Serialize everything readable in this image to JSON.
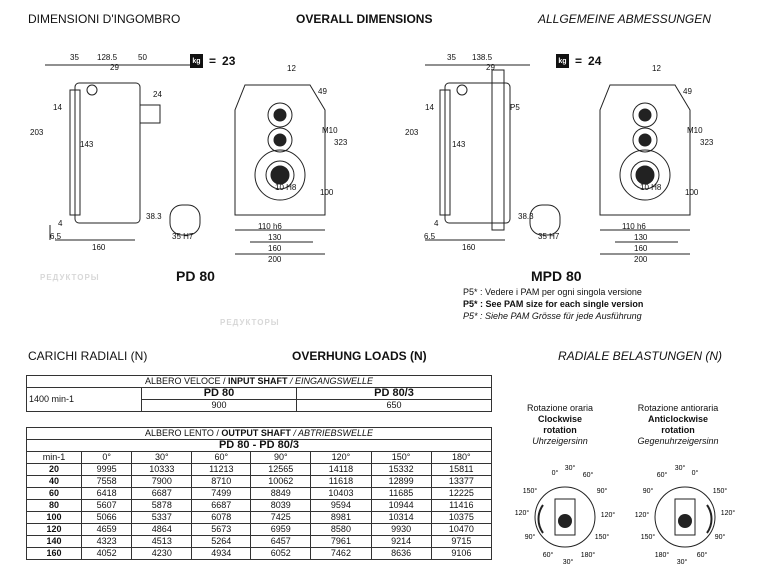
{
  "header": {
    "left": "DIMENSIONI D'INGOMBRO",
    "center": "OVERALL DIMENSIONS",
    "right": "ALLGEMEINE ABMESSUNGEN"
  },
  "pd80": {
    "model": "PD 80",
    "weight": "23",
    "kg_label": "kg",
    "dims": {
      "d35": "35",
      "d1285": "128.5",
      "d50": "50",
      "d29": "29",
      "d14": "14",
      "d24": "24",
      "d203": "203",
      "d143": "143",
      "d4": "4",
      "d65": "6.5",
      "d160": "160",
      "d383": "38.3",
      "d35h7": "35 H7",
      "d12": "12",
      "d49": "49",
      "dm10": "M10",
      "d323": "323",
      "d100": "100",
      "d10h8": "10 H8",
      "d110h6": "110 h6",
      "d130": "130",
      "d160b": "160",
      "d200": "200"
    }
  },
  "mpd80": {
    "model": "MPD 80",
    "weight": "24",
    "kg_label": "kg",
    "dims": {
      "d35": "35",
      "d1385": "138.5",
      "d29": "29",
      "ps": "P5",
      "d14": "14",
      "d203": "203",
      "d143": "143",
      "d4": "4",
      "d65": "6.5",
      "d160": "160",
      "d383": "38.3",
      "d35h7": "35 H7",
      "d12": "12",
      "d49": "49",
      "dm10": "M10",
      "d323": "323",
      "d100": "100",
      "d10h8": "10 H8",
      "d110h6": "110 h6",
      "d130": "130",
      "d160b": "160",
      "d200": "200"
    }
  },
  "notes": {
    "it": "P5* : Vedere i PAM per ogni singola versione",
    "en": "P5* : See PAM size for each single version",
    "de": "P5* : Siehe PAM Grösse für jede Ausführung"
  },
  "section2": {
    "left": "CARICHI RADIALI (N)",
    "center": "OVERHUNG LOADS (N)",
    "right": "RADIALE BELASTUNGEN (N)"
  },
  "input_table": {
    "title_it": "ALBERO VELOCE / ",
    "title_en": "INPUT SHAFT",
    "title_de": " / EINGANGSWELLE",
    "speed": "1400 min-1",
    "cols": [
      "PD 80",
      "PD 80/3"
    ],
    "values": [
      "900",
      "650"
    ]
  },
  "output_table": {
    "title_it": "ALBERO LENTO / ",
    "title_en": "OUTPUT SHAFT",
    "title_de": " / ABTRIEBSWELLE",
    "model": "PD 80 - PD 80/3",
    "unit": "min-1",
    "headers": [
      "0°",
      "30°",
      "60°",
      "90°",
      "120°",
      "150°",
      "180°"
    ],
    "rows": [
      [
        "20",
        "9995",
        "10333",
        "11213",
        "12565",
        "14118",
        "15332",
        "15811"
      ],
      [
        "40",
        "7558",
        "7900",
        "8710",
        "10062",
        "11618",
        "12899",
        "13377"
      ],
      [
        "60",
        "6418",
        "6687",
        "7499",
        "8849",
        "10403",
        "11685",
        "12225"
      ],
      [
        "80",
        "5607",
        "5878",
        "6687",
        "8039",
        "9594",
        "10944",
        "11416"
      ],
      [
        "100",
        "5066",
        "5337",
        "6078",
        "7425",
        "8981",
        "10314",
        "10375"
      ],
      [
        "120",
        "4659",
        "4864",
        "5673",
        "6959",
        "8580",
        "9930",
        "10470"
      ],
      [
        "140",
        "4323",
        "4513",
        "5264",
        "6457",
        "7961",
        "9214",
        "9715"
      ],
      [
        "160",
        "4052",
        "4230",
        "4934",
        "6052",
        "7462",
        "8636",
        "9106"
      ]
    ]
  },
  "rotation": {
    "cw": {
      "it": "Rotazione oraria",
      "en1": "Clockwise",
      "en2": "rotation",
      "de": "Uhrzeigersinn"
    },
    "ccw": {
      "it": "Rotazione antioraria",
      "en1": "Anticlockwise",
      "en2": "rotation",
      "de": "Gegenuhrzeigersinn"
    },
    "angles_cw": [
      "0°",
      "30°",
      "60°",
      "90°",
      "120°",
      "150°",
      "180°",
      "30°",
      "60°",
      "90°",
      "120°",
      "150°"
    ],
    "angles_ccw": [
      "0°",
      "30°",
      "60°",
      "90°",
      "120°",
      "150°",
      "180°",
      "30°",
      "60°",
      "90°",
      "120°",
      "150°"
    ]
  },
  "watermark": "РЕДУКТОРЫ"
}
